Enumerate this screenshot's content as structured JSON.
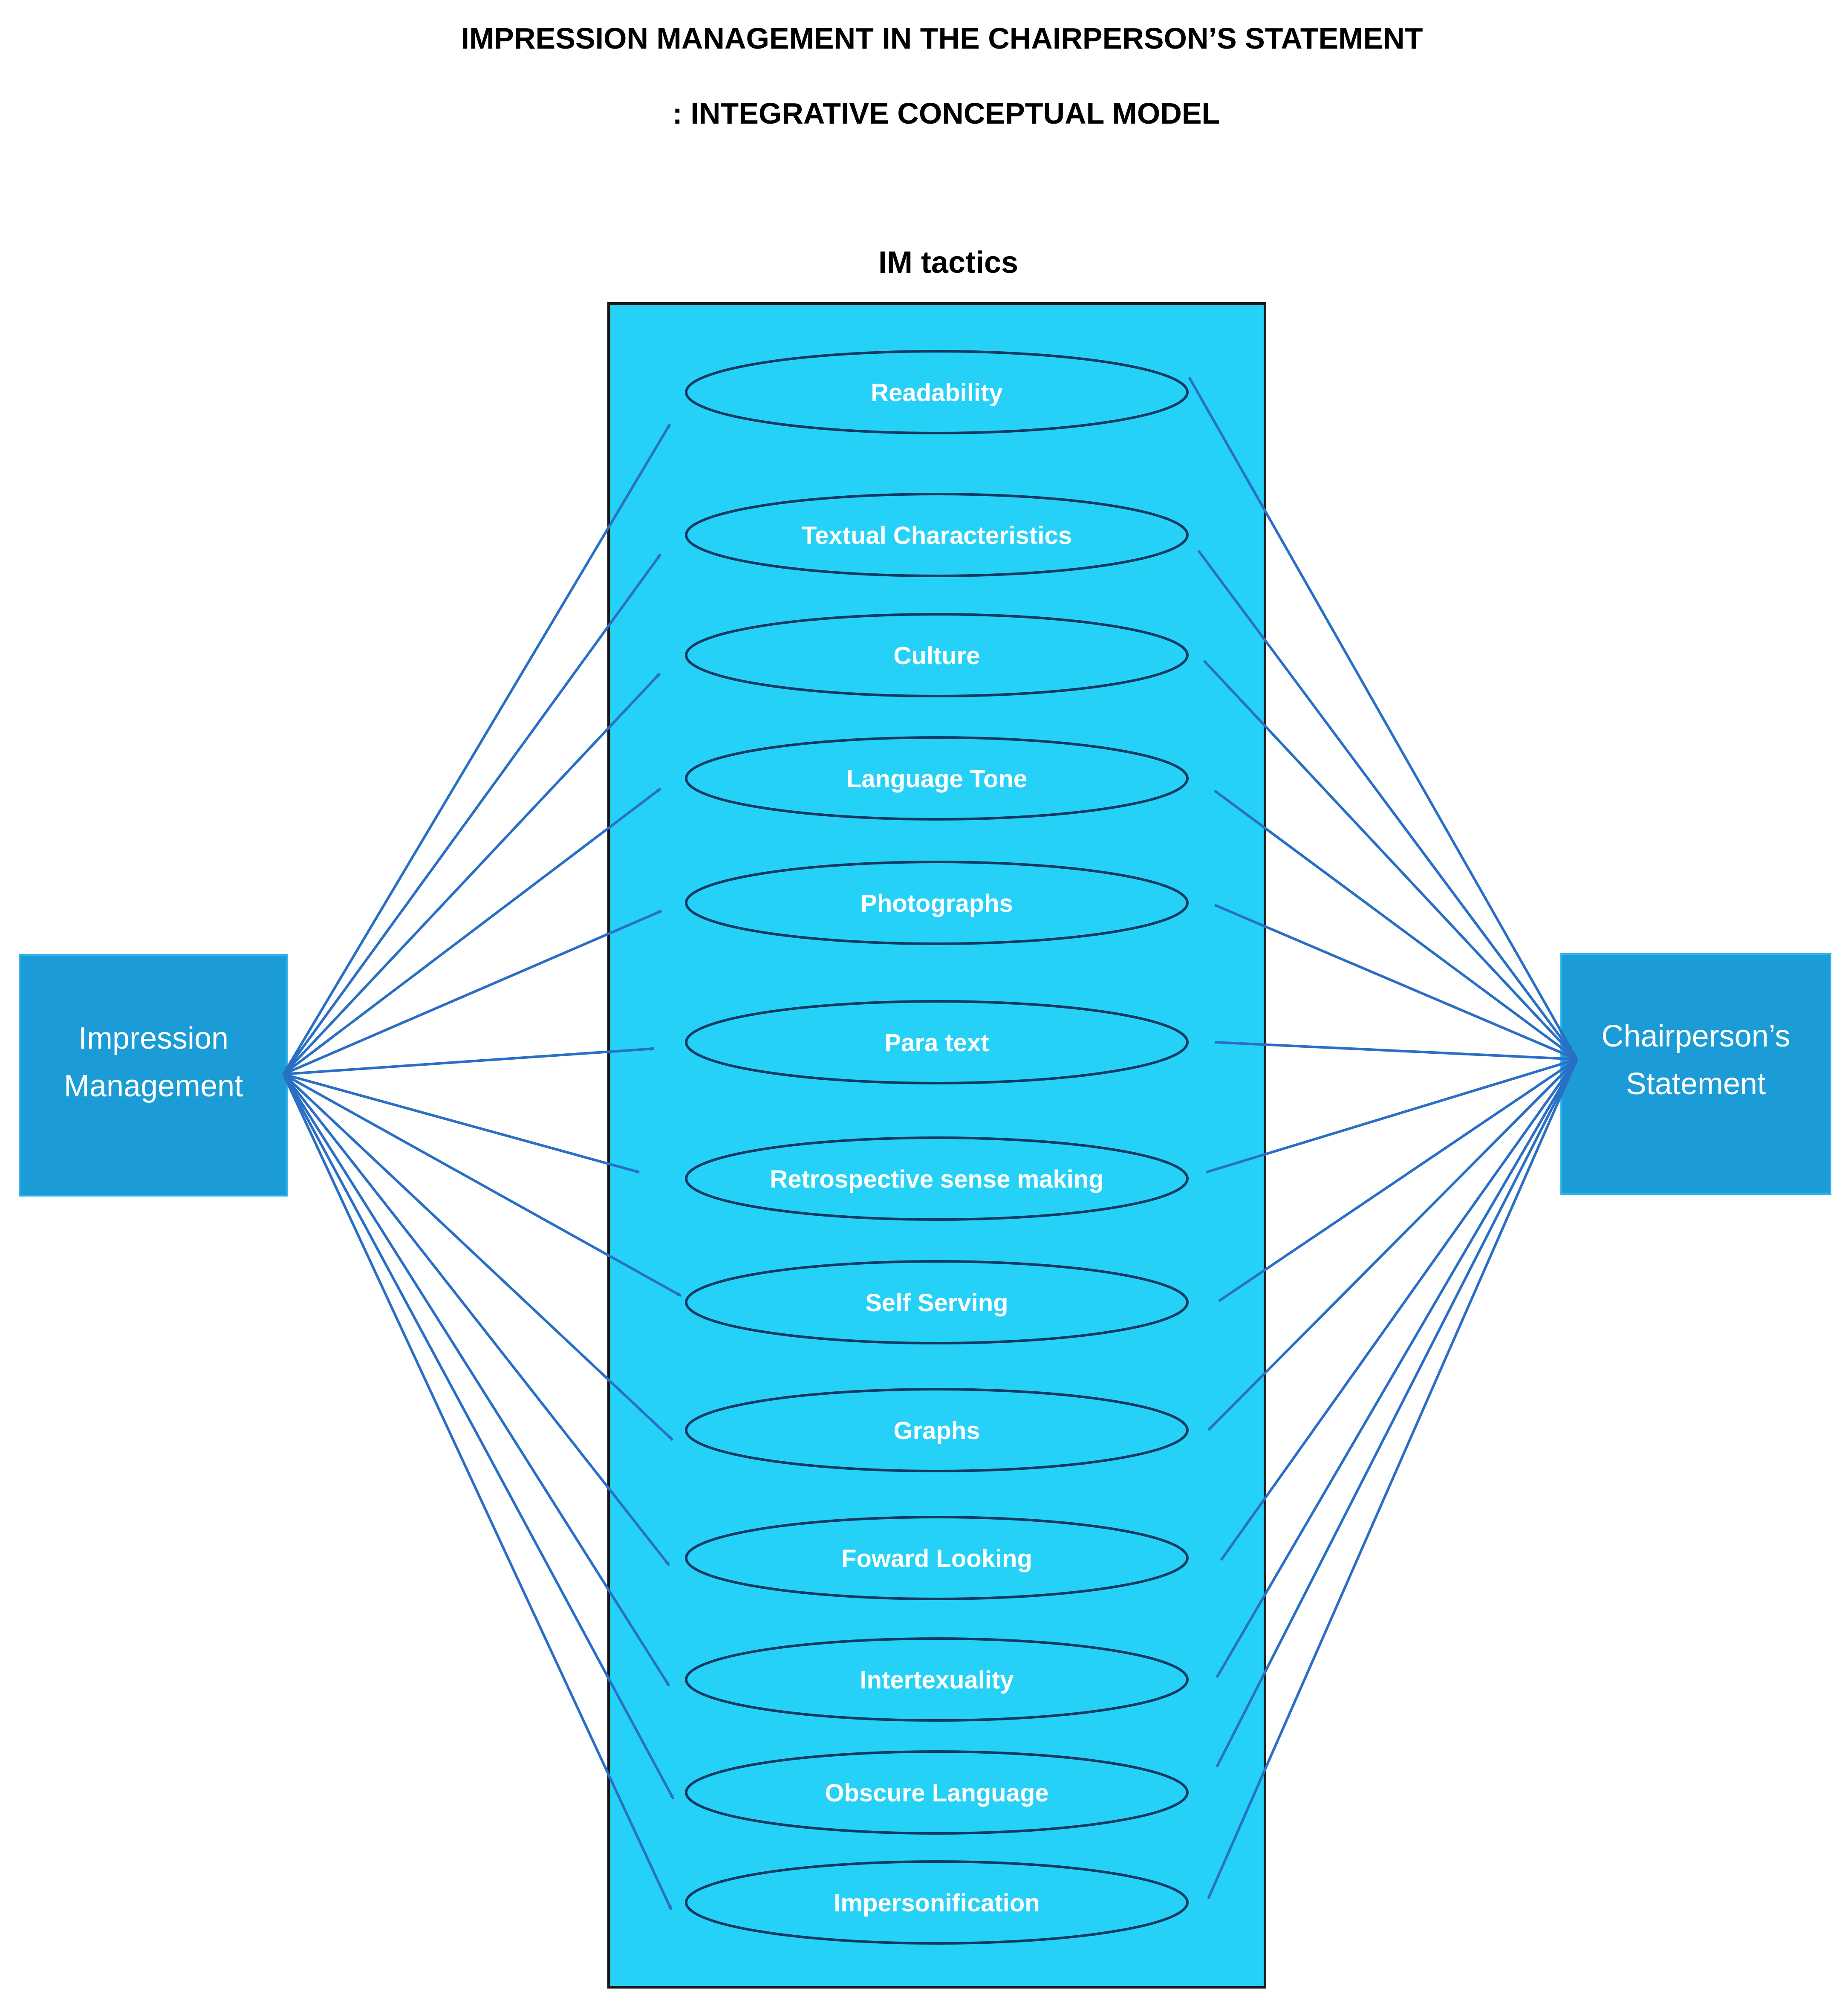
{
  "title": {
    "line1": "IMPRESSION MANAGEMENT IN THE CHAIRPERSON’S STATEMENT",
    "line2": ": INTEGRATIVE CONCEPTUAL MODEL"
  },
  "group_title": "IM tactics",
  "source_box": {
    "line1": "Impression",
    "line2": "Management"
  },
  "target_box": {
    "line1": "Chairperson’s",
    "line2": "Statement"
  },
  "tactics": [
    {
      "label": "Readability"
    },
    {
      "label": "Textual Characteristics"
    },
    {
      "label": "Culture"
    },
    {
      "label": "Language Tone"
    },
    {
      "label": "Photographs"
    },
    {
      "label": "Para text"
    },
    {
      "label": "Retrospective sense making"
    },
    {
      "label": "Self Serving"
    },
    {
      "label": "Graphs"
    },
    {
      "label": "Foward Looking"
    },
    {
      "label": "Intertexuality"
    },
    {
      "label": "Obscure Language"
    },
    {
      "label": "Impersonification"
    }
  ],
  "colors": {
    "group_fill": "#26d1f7",
    "box_fill": "#1b9cd6",
    "arrow": "#2a6fc6",
    "ellipse_stroke": "#123a63",
    "border": "#1a1a1a"
  }
}
